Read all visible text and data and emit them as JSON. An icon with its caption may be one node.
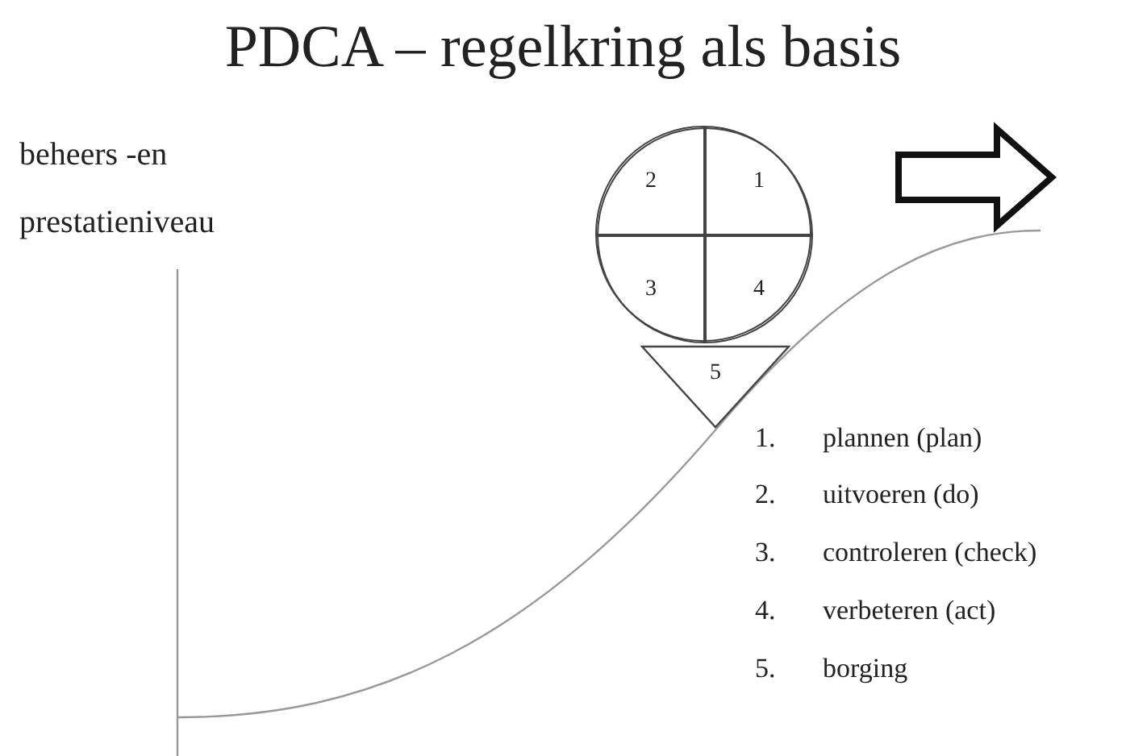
{
  "diagram": {
    "title": "PDCA – regelkring als basis",
    "nodes": [
      {
        "text": [],
        "shape": "circle"
      },
      {
        "text": [
          "2"
        ],
        "in": 0
      },
      {
        "text": [
          "1"
        ],
        "in": 0
      },
      {
        "text": [
          "3"
        ],
        "in": 0
      },
      {
        "text": [
          "4"
        ],
        "in": 0
      },
      {
        "text": [
          "5"
        ]
      }
    ],
    "labels": [
      "beheers -en",
      "prestatieniveau",
      "1.",
      "plannen (plan)",
      "2.",
      "uitvoeren (do)",
      "3.",
      "controleren (check)",
      "4.",
      "verbeteren (act)",
      "5.",
      "borging"
    ]
  }
}
